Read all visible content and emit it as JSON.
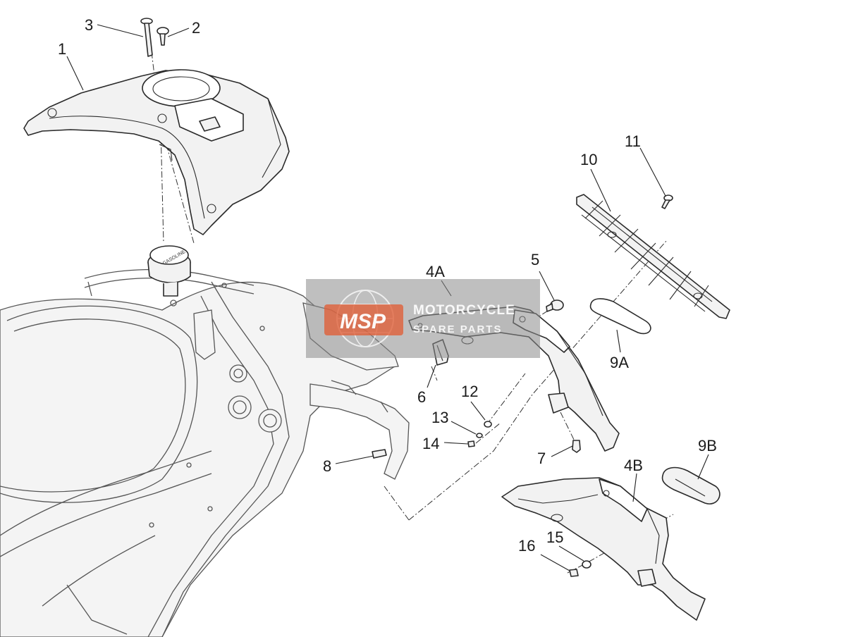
{
  "diagram": {
    "callouts": {
      "c1": "1",
      "c2": "2",
      "c3": "3",
      "c4a": "4A",
      "c4b": "4B",
      "c5": "5",
      "c6": "6",
      "c7": "7",
      "c8": "8",
      "c9a": "9A",
      "c9b": "9B",
      "c10": "10",
      "c11": "11",
      "c12": "12",
      "c13": "13",
      "c14": "14",
      "c15": "15",
      "c16": "16"
    },
    "cap_text": "GASOLINE"
  },
  "watermark": {
    "badge": "MSP",
    "line1": "MOTORCYCLE",
    "line2": "SPARE PARTS",
    "color_primary": "#e0603a",
    "color_band": "#8a8a8a"
  }
}
